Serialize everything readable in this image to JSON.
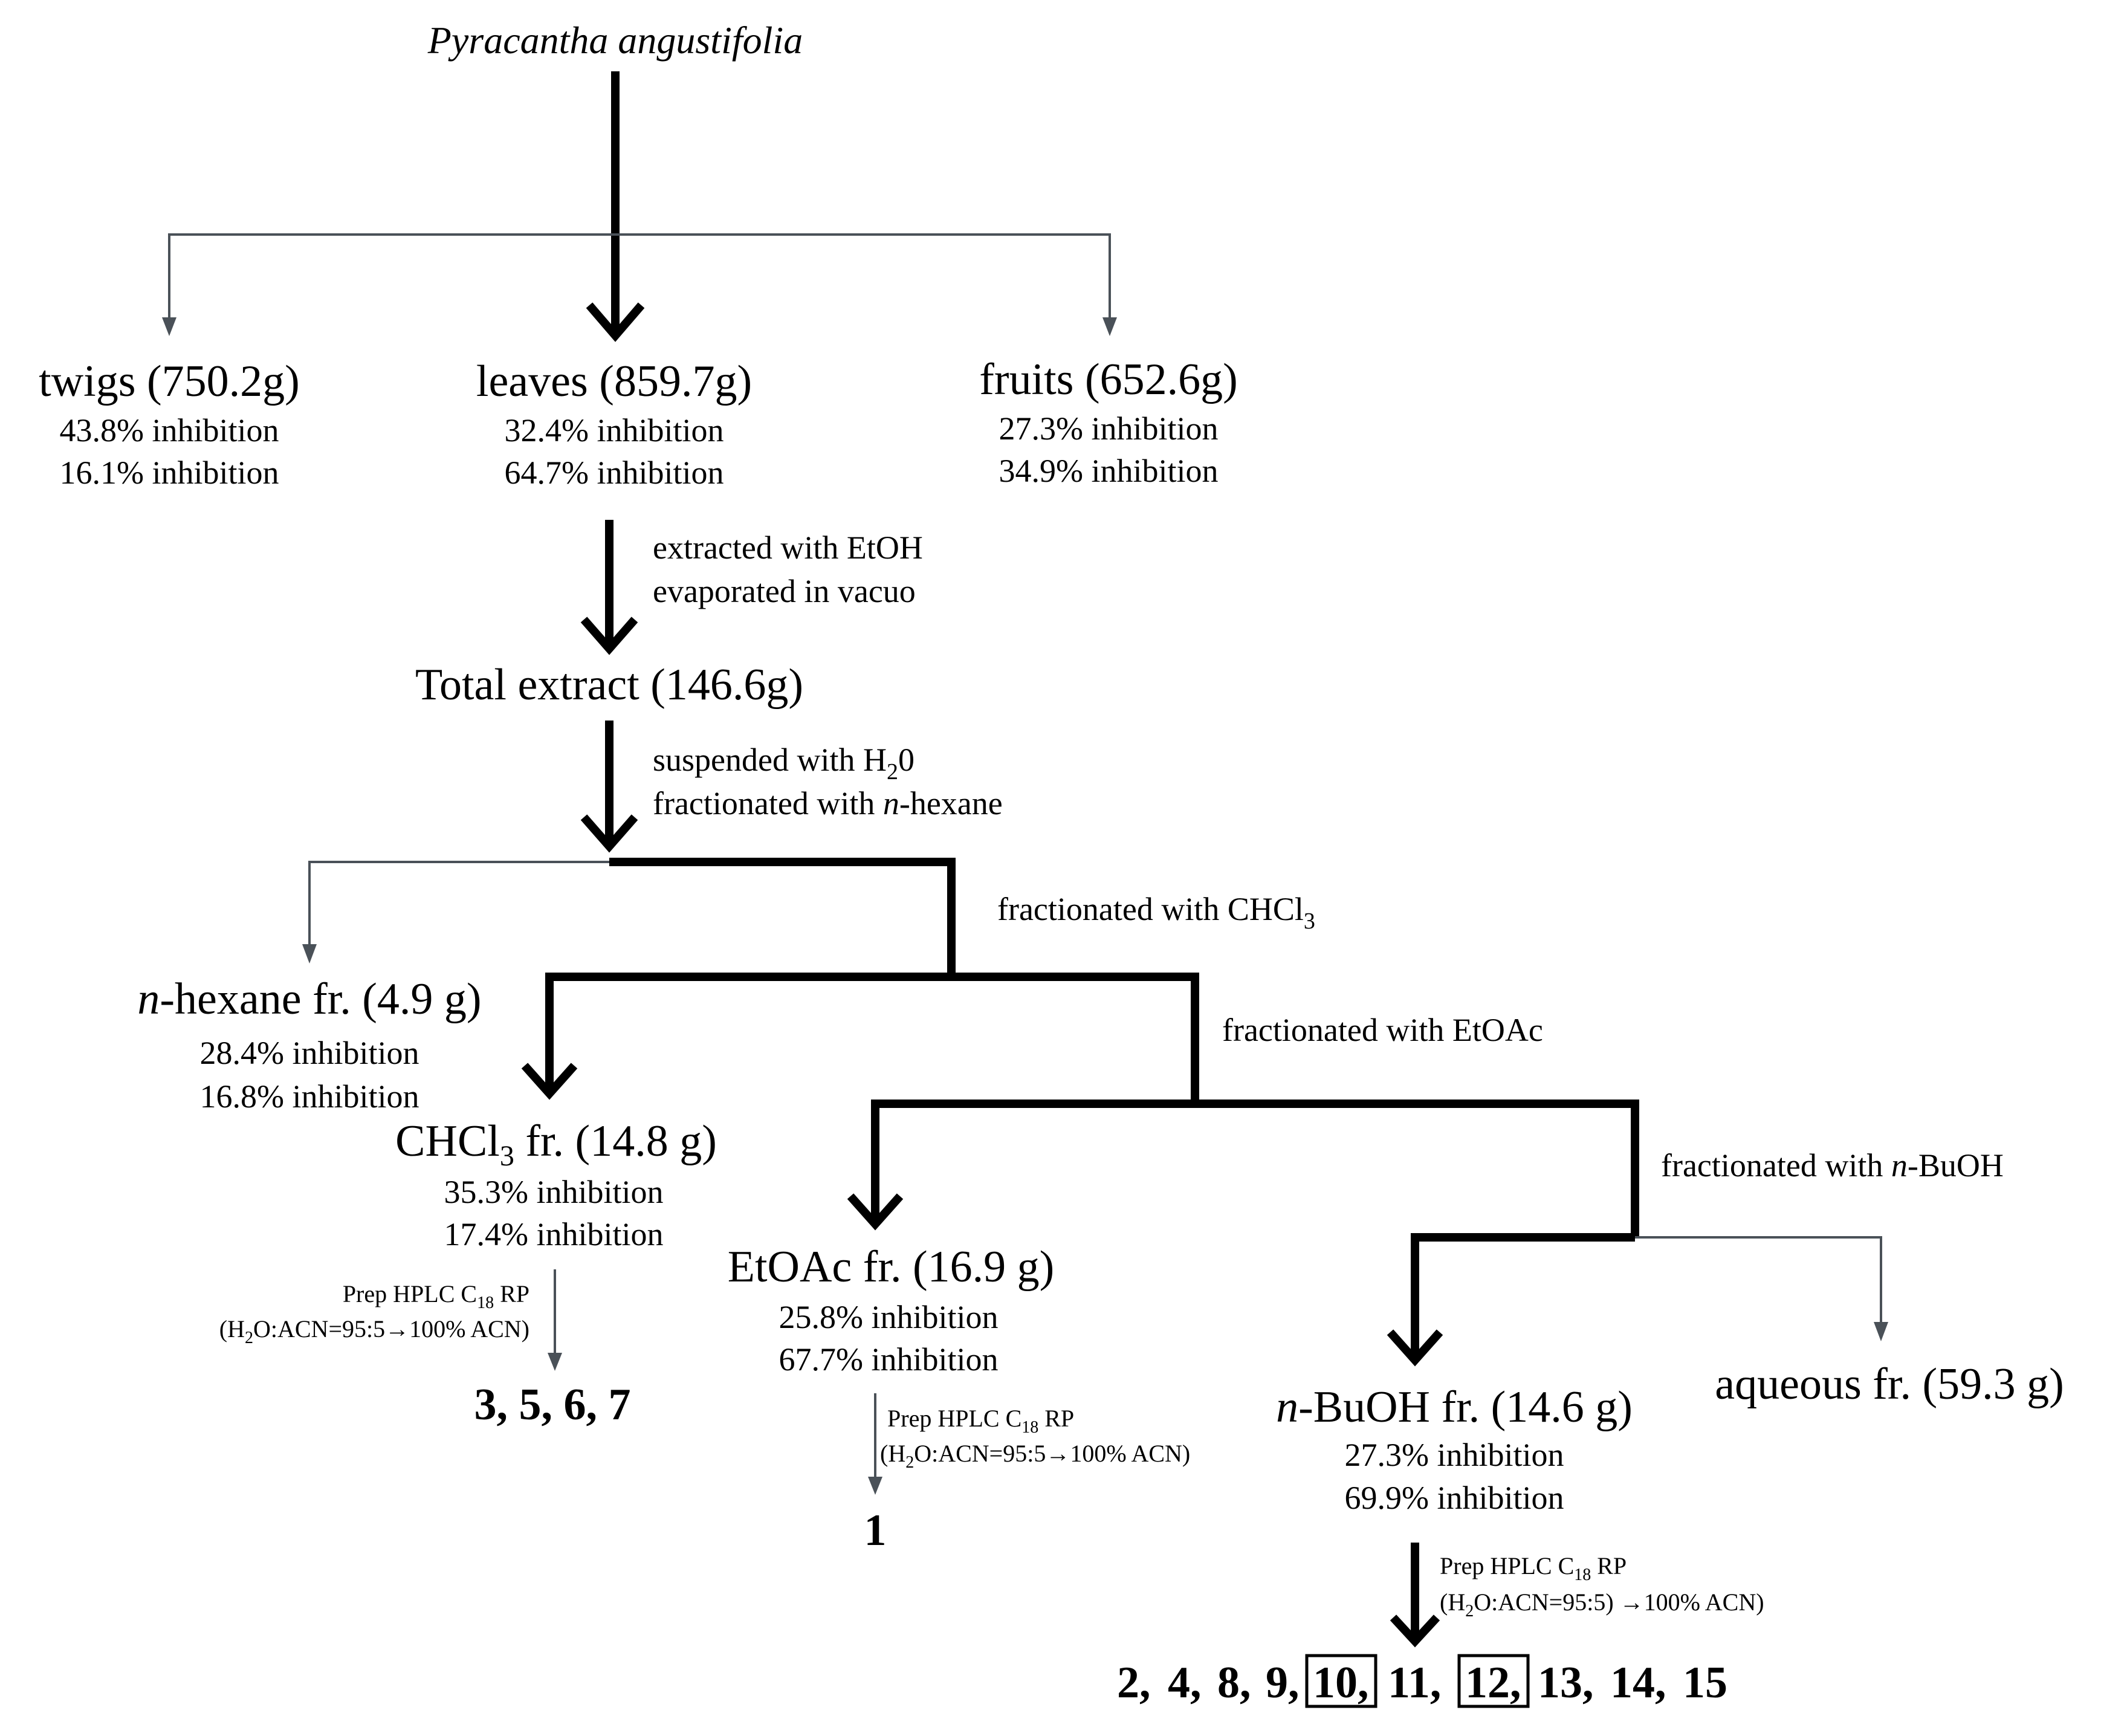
{
  "title": "Pyracantha angustifolia",
  "twigs": {
    "label": "twigs (750.2g)",
    "inh1": "43.8% inhibition",
    "inh2": "16.1% inhibition"
  },
  "leaves": {
    "label": "leaves (859.7g)",
    "inh1": "32.4% inhibition",
    "inh2": "64.7% inhibition"
  },
  "fruits": {
    "label": "fruits (652.6g)",
    "inh1": "27.3% inhibition",
    "inh2": "34.9% inhibition"
  },
  "step_extract": {
    "line1": "extracted with EtOH",
    "line2": "evaporated in vacuo"
  },
  "total": {
    "label": "Total extract (146.6g)"
  },
  "step_suspend": {
    "line1_pre": "suspended with H",
    "line1_sub": "2",
    "line1_post": "0",
    "line2_pre": "fractionated with ",
    "line2_ital": "n",
    "line2_post": "-hexane"
  },
  "step_chcl3": {
    "pre": "fractionated with CHCl",
    "sub": "3"
  },
  "step_etoac": {
    "text": "fractionated with EtOAc"
  },
  "step_buoh": {
    "pre": "fractionated with ",
    "ital": "n",
    "post": "-BuOH"
  },
  "hexane": {
    "ital": "n",
    "label": "-hexane fr. (4.9 g)",
    "inh1": "28.4% inhibition",
    "inh2": "16.8% inhibition"
  },
  "chcl3": {
    "pre": "CHCl",
    "sub": "3",
    "post": " fr. (14.8 g)",
    "inh1": "35.3% inhibition",
    "inh2": "17.4% inhibition"
  },
  "etoac": {
    "label": "EtOAc fr. (16.9 g)",
    "inh1": "25.8% inhibition",
    "inh2": "67.7% inhibition"
  },
  "buoh": {
    "ital": "n",
    "label": "-BuOH fr. (14.6 g)",
    "inh1": "27.3% inhibition",
    "inh2": "69.9% inhibition"
  },
  "aqueous": {
    "label": "aqueous fr. (59.3 g)"
  },
  "hplc1": {
    "l1_pre": "Prep HPLC C",
    "l1_sub": "18",
    "l1_post": " RP",
    "l2_pre": "(H",
    "l2_sub": "2",
    "l2_post": "O:ACN=95:5→100% ACN)"
  },
  "hplc2": {
    "l1_pre": "Prep HPLC C",
    "l1_sub": "18",
    "l1_post": " RP",
    "l2_pre": "(H",
    "l2_sub": "2",
    "l2_post": "O:ACN=95:5→100% ACN)"
  },
  "hplc3": {
    "l1_pre": "Prep HPLC C",
    "l1_sub": "18",
    "l1_post": " RP",
    "l2_pre": "(H",
    "l2_sub": "2",
    "l2_post": "O:ACN=95:5) →100% ACN)"
  },
  "compounds_chcl3": "3, 5, 6, 7",
  "compounds_etoac": "1",
  "compounds_buoh": {
    "c2": "2,",
    "c4": "4,",
    "c8": "8,",
    "c9": "9,",
    "c10": "10,",
    "c11": "11,",
    "c12": "12,",
    "c13": "13,",
    "c14": "14,",
    "c15": "15",
    "boxed": [
      "10",
      "12"
    ]
  }
}
